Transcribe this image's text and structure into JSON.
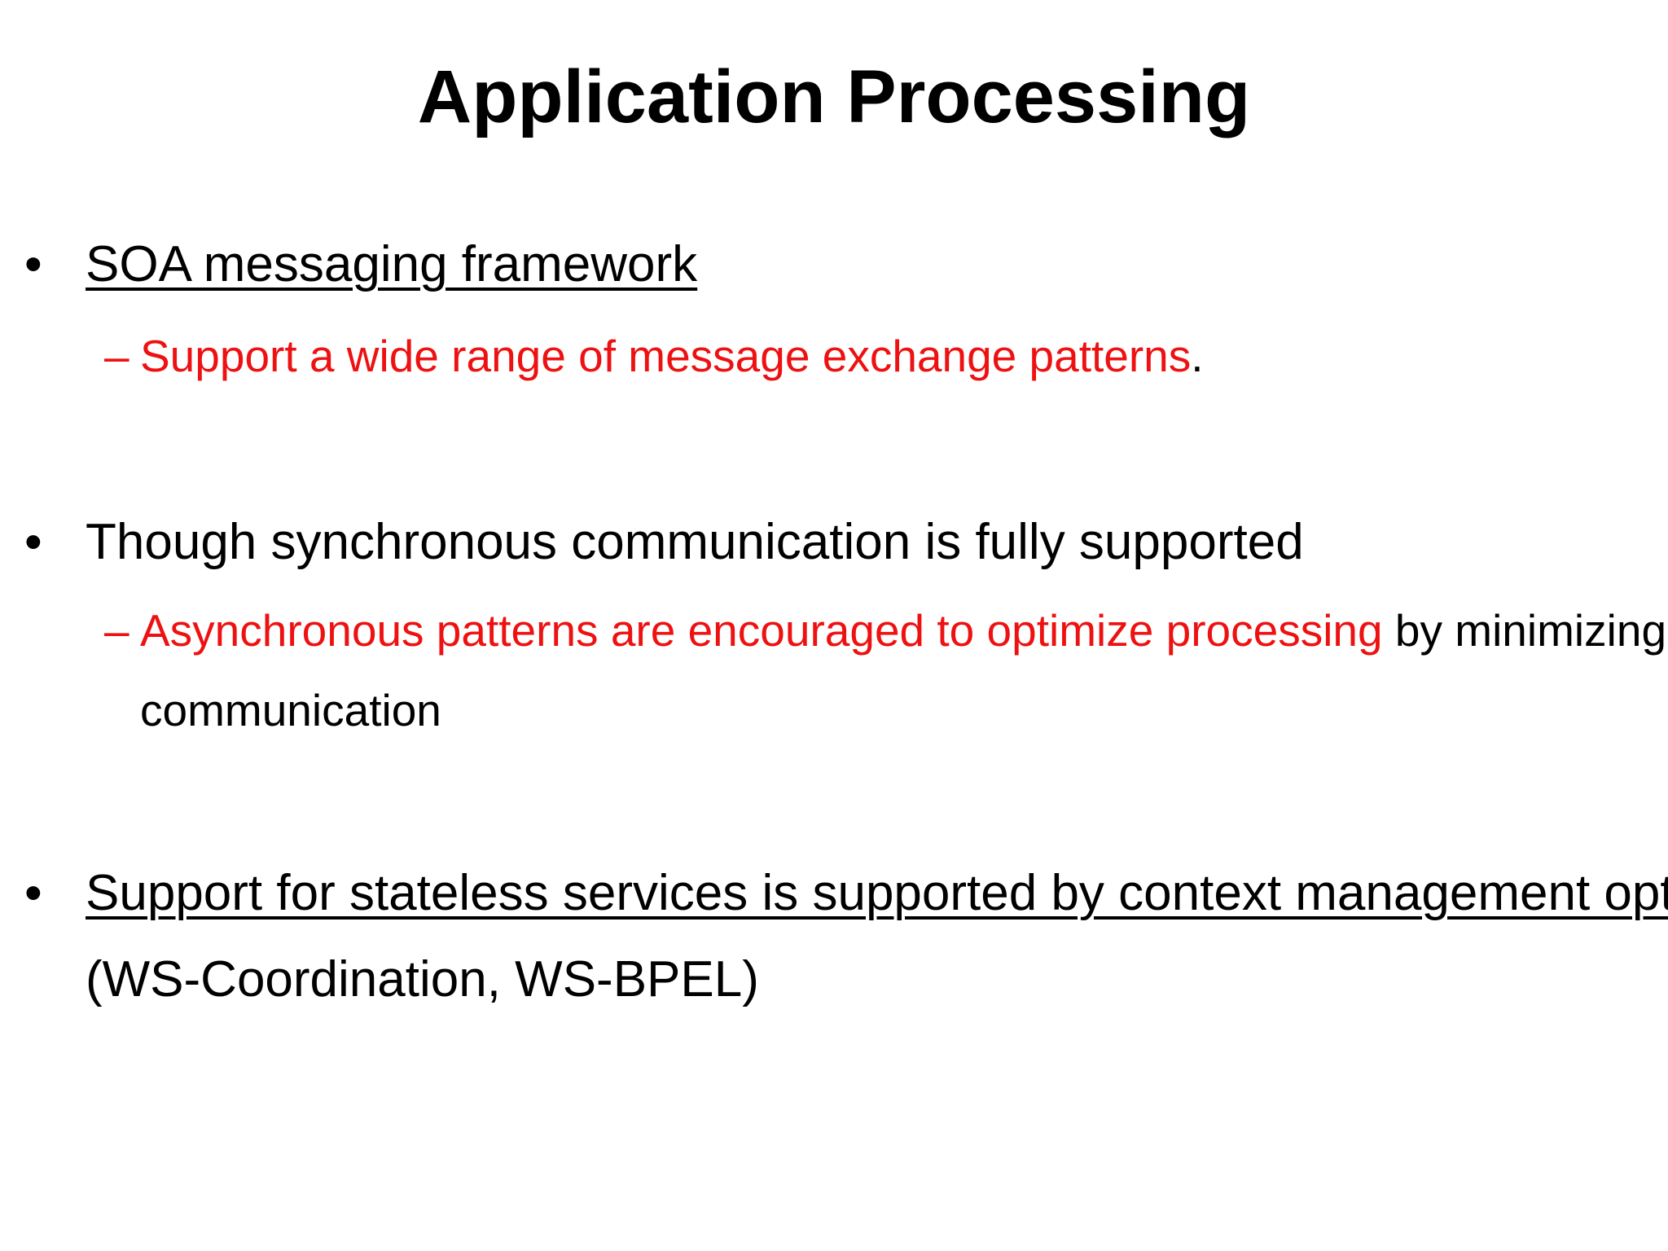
{
  "slide": {
    "title": "Application Processing",
    "colors": {
      "background": "#ffffff",
      "text": "#000000",
      "accent_red": "#ee1111"
    },
    "bullet_marker": "•",
    "sub_bullet_marker": "–",
    "bullets": [
      {
        "label": "SOA messaging framework",
        "sub": {
          "red_text": "Support a wide range of message exchange patterns",
          "black_suffix": "."
        }
      },
      {
        "label": "Though synchronous communication is fully supported",
        "sub": {
          "red_text": "Asynchronous patterns are encouraged to optimize processing",
          "black_suffix": " by minimizing",
          "line2": "communication"
        }
      },
      {
        "label_underlined": "Support for stateless services is supported by context management options",
        "line2": "(WS-Coordination, WS-BPEL)"
      }
    ]
  }
}
